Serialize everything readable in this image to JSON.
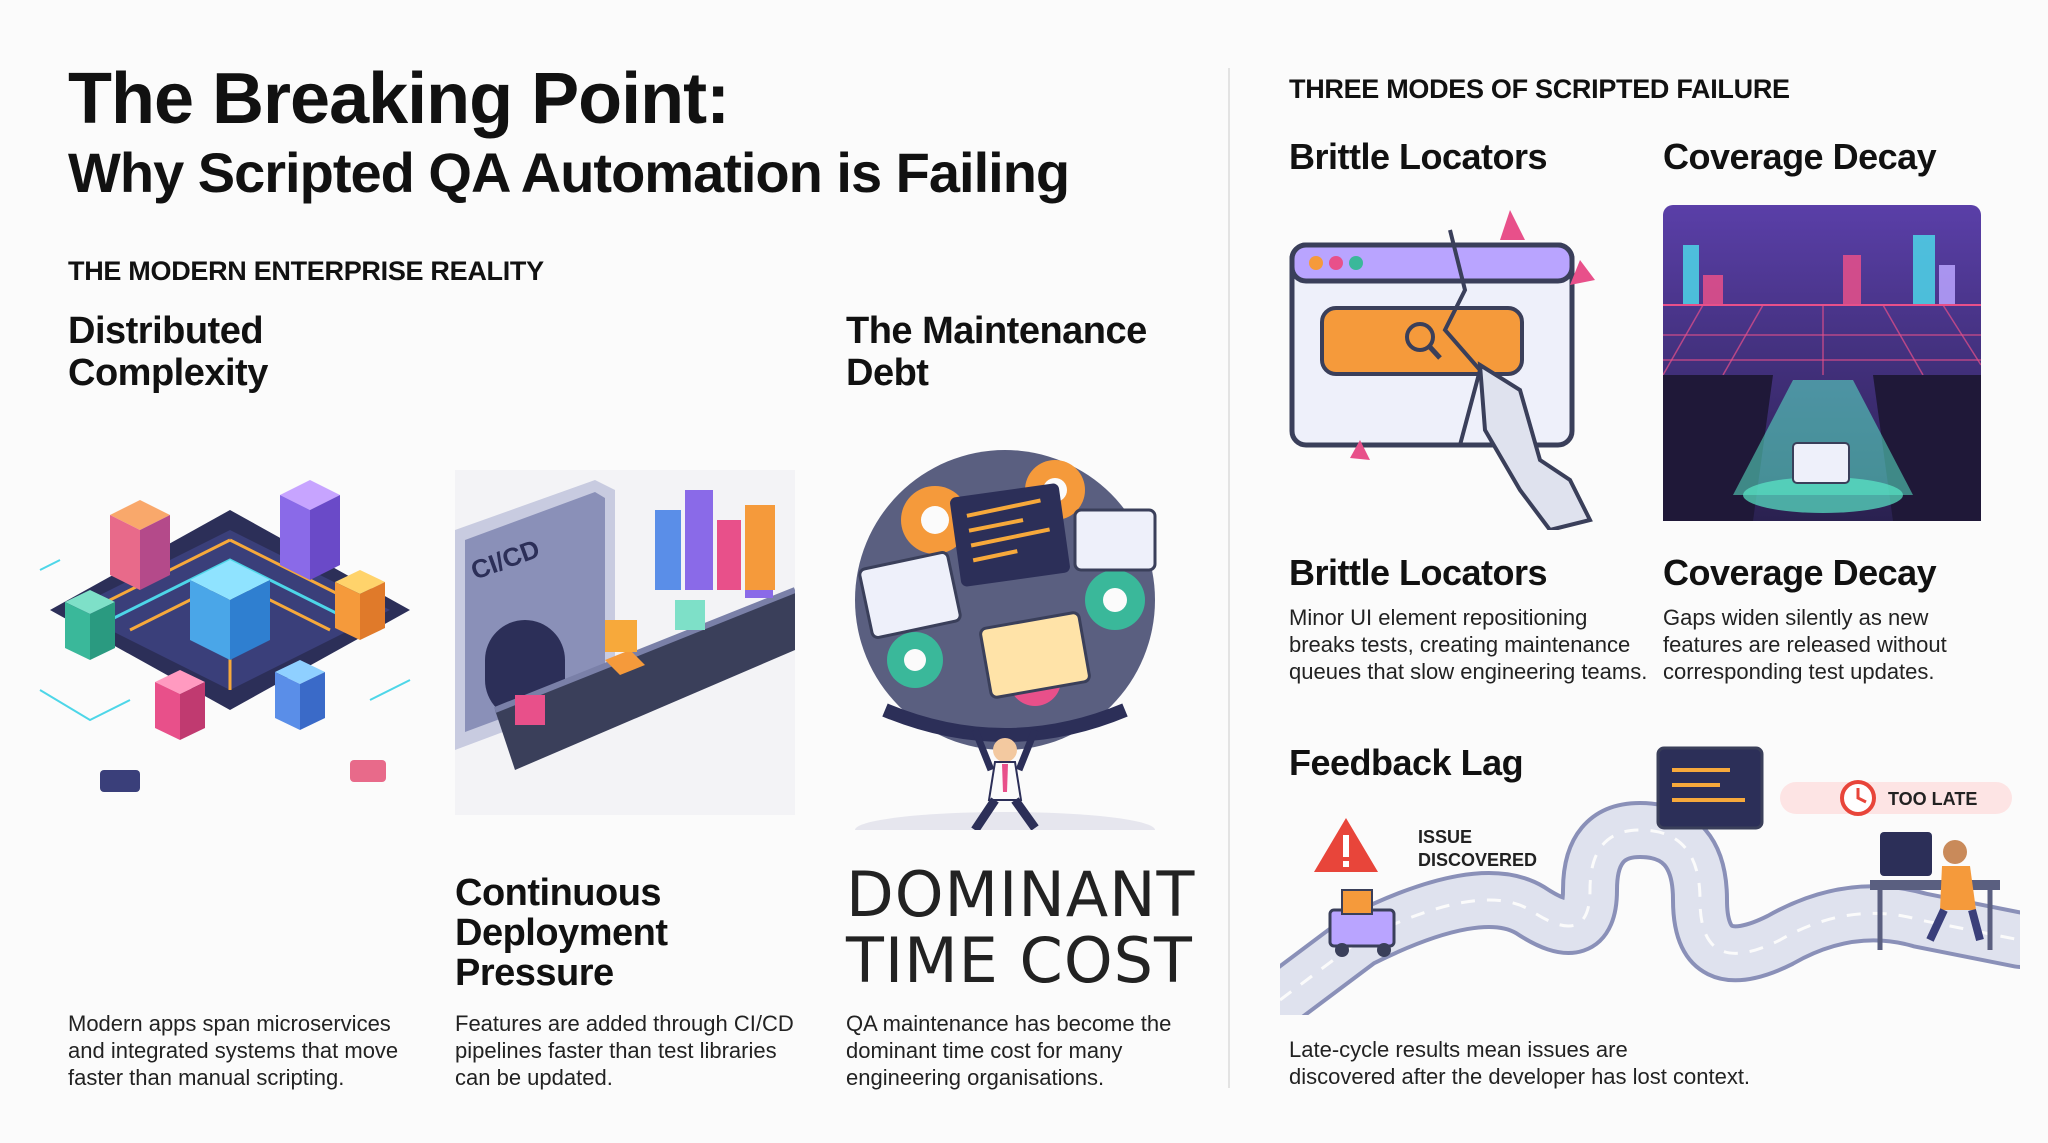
{
  "title": {
    "line1": "The Breaking Point:",
    "line2": "Why Scripted QA Automation is Failing"
  },
  "left_section": {
    "label": "THE MODERN ENTERPRISE REALITY",
    "distributed": {
      "heading_line1": "Distributed",
      "heading_line2": "Complexity",
      "body_line1": "Modern apps span microservices",
      "body_line2": "and integrated systems that move",
      "body_line3": "faster than manual scripting."
    },
    "continuous": {
      "heading_line1": "Continuous",
      "heading_line2": "Deployment",
      "heading_line3": "Pressure",
      "body_line1": "Features are added through CI/CD",
      "body_line2": "pipelines faster than test libraries",
      "body_line3": "can be updated.",
      "badge": "CI/CD"
    },
    "maintenance": {
      "heading_line1": "The Maintenance",
      "heading_line2": "Debt",
      "big_line1": "DOMINANT",
      "big_line2": "TIME COST",
      "body_line1": "QA maintenance has become the",
      "body_line2": "dominant time cost for many",
      "body_line3": "engineering organisations."
    }
  },
  "right_section": {
    "label": "THREE MODES OF SCRIPTED FAILURE",
    "brittle": {
      "top_heading": "Brittle Locators",
      "heading": "Brittle Locators",
      "body_line1": "Minor UI element repositioning",
      "body_line2": "breaks tests, creating maintenance",
      "body_line3": "queues that slow engineering teams."
    },
    "coverage": {
      "top_heading": "Coverage Decay",
      "heading": "Coverage Decay",
      "body_line1": "Gaps widen silently as new",
      "body_line2": "features are released without",
      "body_line3": "corresponding test updates."
    },
    "feedback": {
      "heading": "Feedback Lag",
      "issue_line1": "ISSUE",
      "issue_line2": "DISCOVERED",
      "too_late": "TOO LATE",
      "body_line1": "Late-cycle results mean issues are",
      "body_line2": "discovered after the developer has lost context."
    }
  },
  "icons": [
    "microservices-illustration",
    "cicd-pipeline-illustration",
    "maintenance-burden-illustration",
    "broken-ui-illustration",
    "coverage-gap-illustration",
    "feedback-road-illustration",
    "warning-icon",
    "clock-icon"
  ]
}
